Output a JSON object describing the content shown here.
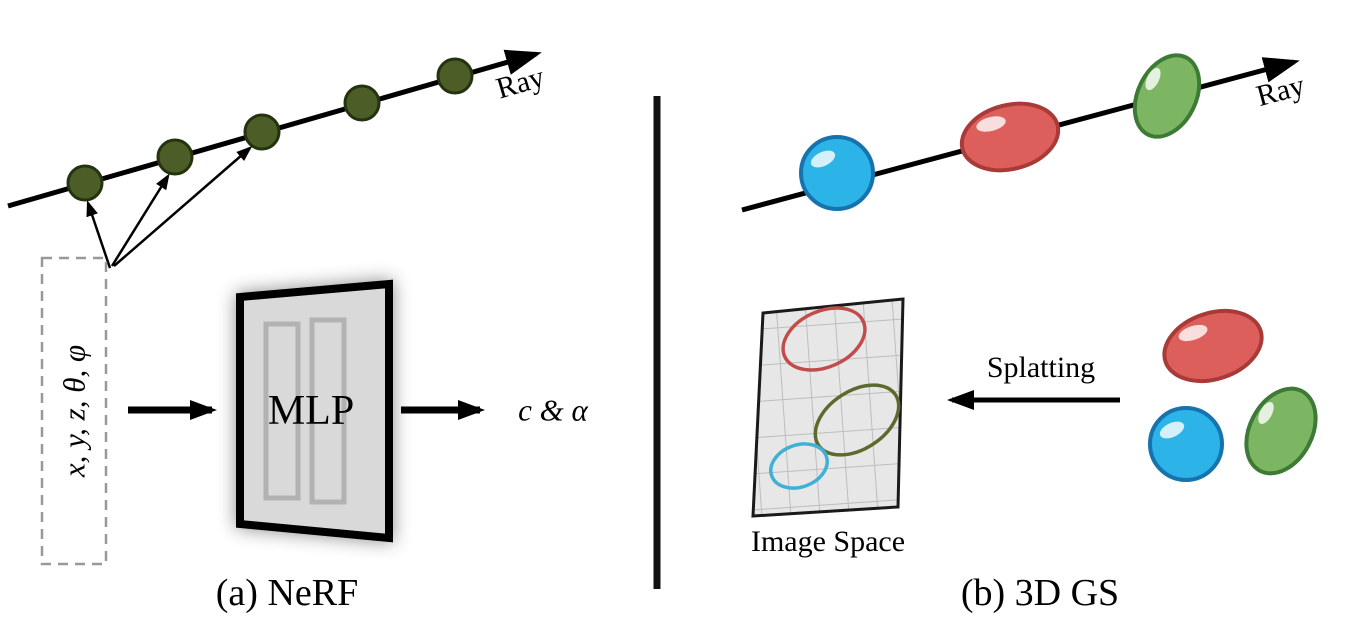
{
  "left": {
    "ray_label": "Ray",
    "input_label": "x, y, z, θ, φ",
    "mlp_label": "MLP",
    "output_label": "c & α",
    "caption": "(a) NeRF"
  },
  "right": {
    "ray_label": "Ray",
    "splatting_label": "Splatting",
    "image_space_label": "Image Space",
    "caption": "(b) 3D GS"
  },
  "colors": {
    "sample_point": "#4c5d27",
    "gaussian_blue": "#2cb3e8",
    "gaussian_red": "#dd5f5c",
    "gaussian_green": "#7cb663",
    "splat_red_outline": "#c24b4b",
    "splat_green_outline": "#5c6b2d",
    "splat_blue_outline": "#41b0d6"
  }
}
